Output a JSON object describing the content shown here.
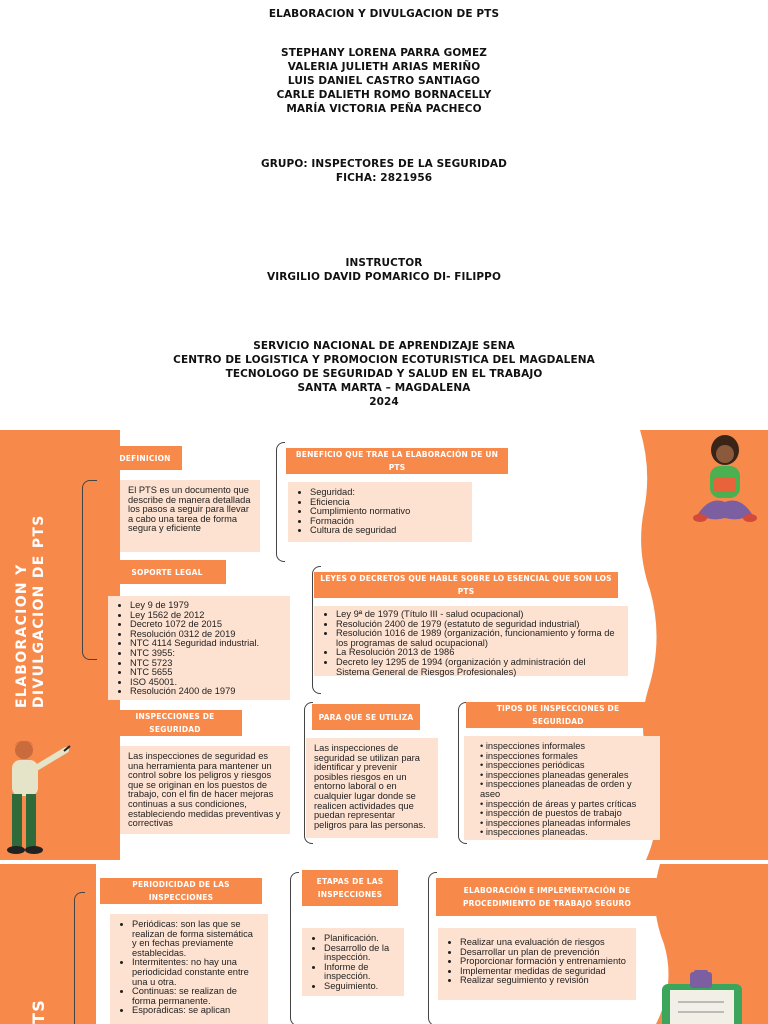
{
  "cover": {
    "title": "ELABORACION Y DIVULGACION DE PTS",
    "authors": [
      "STEPHANY LORENA PARRA GOMEZ",
      "VALERIA JULIETH ARIAS MERIÑO",
      "LUIS DANIEL CASTRO SANTIAGO",
      "CARLE DALIETH ROMO BORNACELLY",
      "MARÍA VICTORIA PEÑA PACHECO"
    ],
    "group": "GRUPO: INSPECTORES DE LA SEGURIDAD",
    "ficha": "FICHA: 2821956",
    "instructor_label": "INSTRUCTOR",
    "instructor_name": "VIRGILIO DAVID POMARICO DI- FILIPPO",
    "institution": [
      "SERVICIO NACIONAL DE APRENDIZAJE SENA",
      "CENTRO DE LOGISTICA Y PROMOCION ECOTURISTICA DEL MAGDALENA",
      "TECNOLOGO DE SEGURIDAD Y SALUD EN EL TRABAJO",
      "SANTA MARTA – MAGDALENA",
      "2024"
    ]
  },
  "slide1": {
    "vertical_title_line1": "ELABORACION Y",
    "vertical_title_line2": "DIVULGACION DE PTS",
    "definicion": {
      "header": "DEFINICION",
      "text": "El PTS es un documento que describe de manera detallada los pasos a seguir para llevar a cabo una tarea de forma segura y eficiente"
    },
    "beneficio": {
      "header": "BENEFICIO QUE TRAE LA ELABORACIÓN DE UN PTS",
      "items": [
        "Seguridad:",
        "Eficiencia",
        "Cumplimiento normativo",
        "Formación",
        "Cultura de seguridad"
      ]
    },
    "soporte": {
      "header": "SOPORTE LEGAL",
      "items": [
        "Ley 9 de 1979",
        " Ley 1562 de 2012",
        "Decreto 1072 de 2015",
        "Resolución 0312 de 2019",
        "NTC 4114 Seguridad industrial.",
        "NTC 3955:",
        "NTC 5723",
        "NTC 5655",
        "ISO 45001.",
        "Resolución 2400 de 1979"
      ]
    },
    "leyes": {
      "header": "LEYES O DECRETOS QUE HABLE SOBRE LO ESENCIAL QUE SON LOS PTS",
      "items": [
        "Ley 9ª de 1979 (Título III - salud ocupacional)",
        "Resolución 2400 de 1979 (estatuto de seguridad industrial)",
        "Resolución 1016 de 1989 (organización, funcionamiento y forma de los programas de salud ocupacional)",
        "La Resolución 2013 de 1986",
        "Decreto ley 1295 de 1994 (organización y administración del Sistema General de Riesgos Profesionales)"
      ]
    },
    "inspecciones": {
      "header": "INSPECCIONES DE SEGURIDAD",
      "text": "Las inspecciones de seguridad es una herramienta para mantener un control sobre los peligros y riesgos que se originan en los puestos de trabajo, con el fin de hacer mejoras continuas a sus condiciones, estableciendo medidas preventivas y correctivas"
    },
    "para_que": {
      "header": "PARA QUE SE UTILIZA",
      "text": "Las inspecciones de seguridad se utilizan para identificar y prevenir posibles riesgos en un entorno laboral o en cualquier lugar donde se realicen actividades que puedan representar peligros para las personas."
    },
    "tipos": {
      "header": "TIPOS DE INSPECCIONES DE SEGURIDAD",
      "items": [
        "inspecciones informales",
        "inspecciones formales",
        "inspecciones periódicas",
        "inspecciones planeadas generales",
        "inspecciones planeadas de orden y aseo",
        "inspección de áreas y partes críticas",
        "inspección de puestos de trabajo",
        "inspecciones planeadas informales",
        "inspecciones planeadas."
      ]
    }
  },
  "slide2": {
    "vertical_title_fragment": "TS",
    "periodicidad": {
      "header": "PERIODICIDAD DE LAS INSPECCIONES",
      "items": [
        "Periódicas: son las que se realizan de forma sistemática y en fechas previamente establecidas.",
        "Intermitentes: no hay una periodicidad constante entre una u otra.",
        "Continuas: se realizan de forma permanente.",
        "Esporádicas: se aplican"
      ]
    },
    "etapas": {
      "header": "ETAPAS DE LAS INSPECCIONES",
      "items": [
        "Planificación.",
        "Desarrollo de la inspección.",
        "Informe de inspección.",
        "Seguimiento."
      ]
    },
    "elaboracion": {
      "header": "ELABORACIÓN E IMPLEMENTACIÓN DE PROCEDIMIENTO DE TRABAJO SEGURO",
      "items": [
        "Realizar una evaluación de riesgos",
        "Desarrollar un plan de prevención",
        "Proporcionar formación y entrenamiento",
        "Implementar medidas de seguridad",
        "Realizar seguimiento y revisión"
      ]
    }
  },
  "colors": {
    "orange": "#f78a4b",
    "box": "#fde2d1"
  }
}
